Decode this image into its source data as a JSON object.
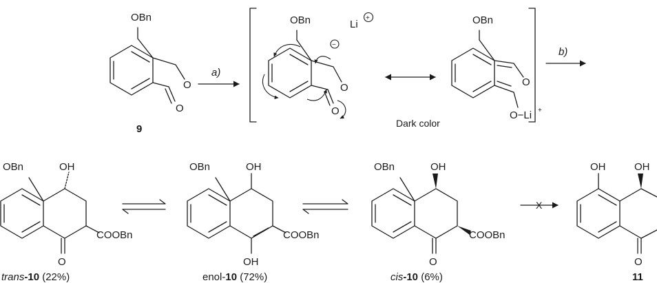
{
  "reaction": {
    "step_a": "a)",
    "step_b": "b)",
    "no_reaction_mark": "X",
    "intermediate_caption": "Dark color"
  },
  "atoms": {
    "obn": "OBn",
    "oh": "OH",
    "o": "O",
    "li": "Li",
    "cooBn": "COOBn",
    "li_plus": "O−Li",
    "plus": "+",
    "minus": "−"
  },
  "compounds": {
    "c9": {
      "label": "9"
    },
    "trans10": {
      "prefix": "trans",
      "number": "-10",
      "yield": " (22%)"
    },
    "enol10": {
      "prefix": "enol-",
      "number": "10",
      "yield": " (72%)"
    },
    "cis10": {
      "prefix": "cis",
      "number": "-10",
      "yield": " (6%)"
    },
    "c11": {
      "label": "11"
    }
  }
}
